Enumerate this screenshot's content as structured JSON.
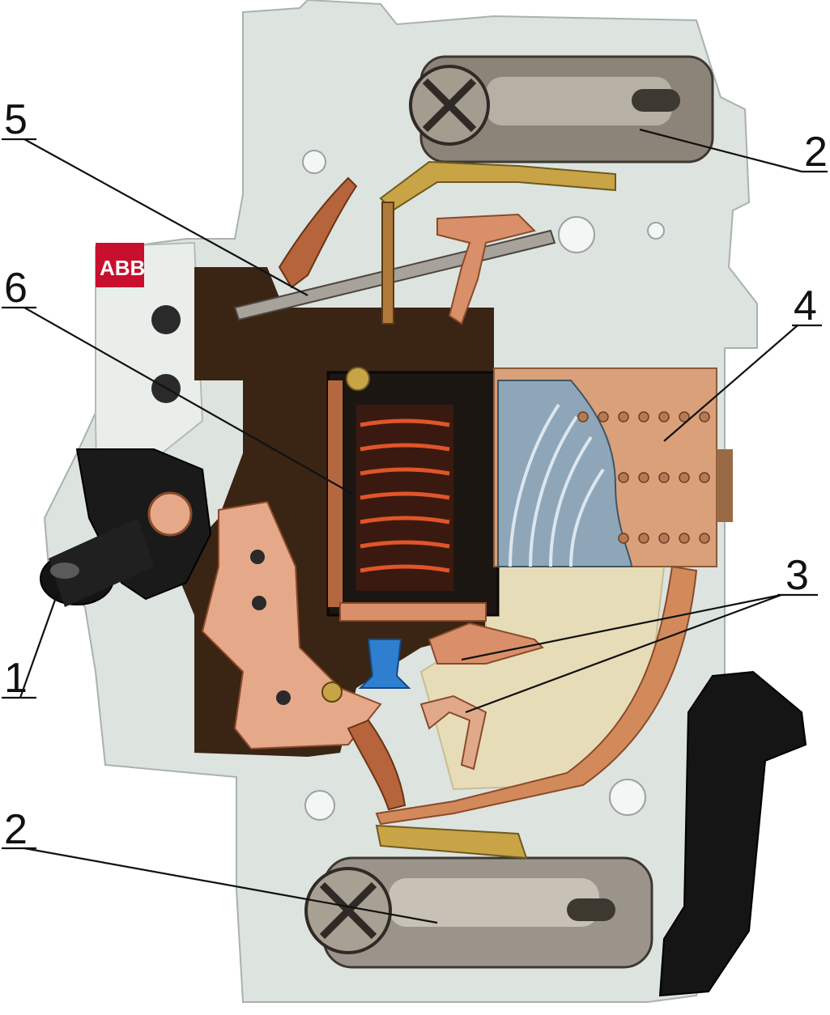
{
  "brand": {
    "logo_text": "ABB"
  },
  "callouts": [
    {
      "id": "c1",
      "number": "1"
    },
    {
      "id": "c2-top",
      "number": "2"
    },
    {
      "id": "c2-bottom",
      "number": "2"
    },
    {
      "id": "c3",
      "number": "3"
    },
    {
      "id": "c4",
      "number": "4"
    },
    {
      "id": "c5",
      "number": "5"
    },
    {
      "id": "c6",
      "number": "6"
    }
  ],
  "colors": {
    "housing": "#dfe5e1",
    "housing_shadow": "#b9c2bd",
    "cavity_dark": "#2b1a10",
    "copper": "#c98a5f",
    "copper_light": "#e8b08f",
    "coil": "#c2441f",
    "arc_plate": "#d9a07a",
    "brass": "#c8a446",
    "terminal_steel": "#9a948a",
    "black_plastic": "#141414",
    "logo_red": "#c8102e",
    "blue_plunger": "#2f7fd0",
    "cream": "#e6dcb8"
  }
}
